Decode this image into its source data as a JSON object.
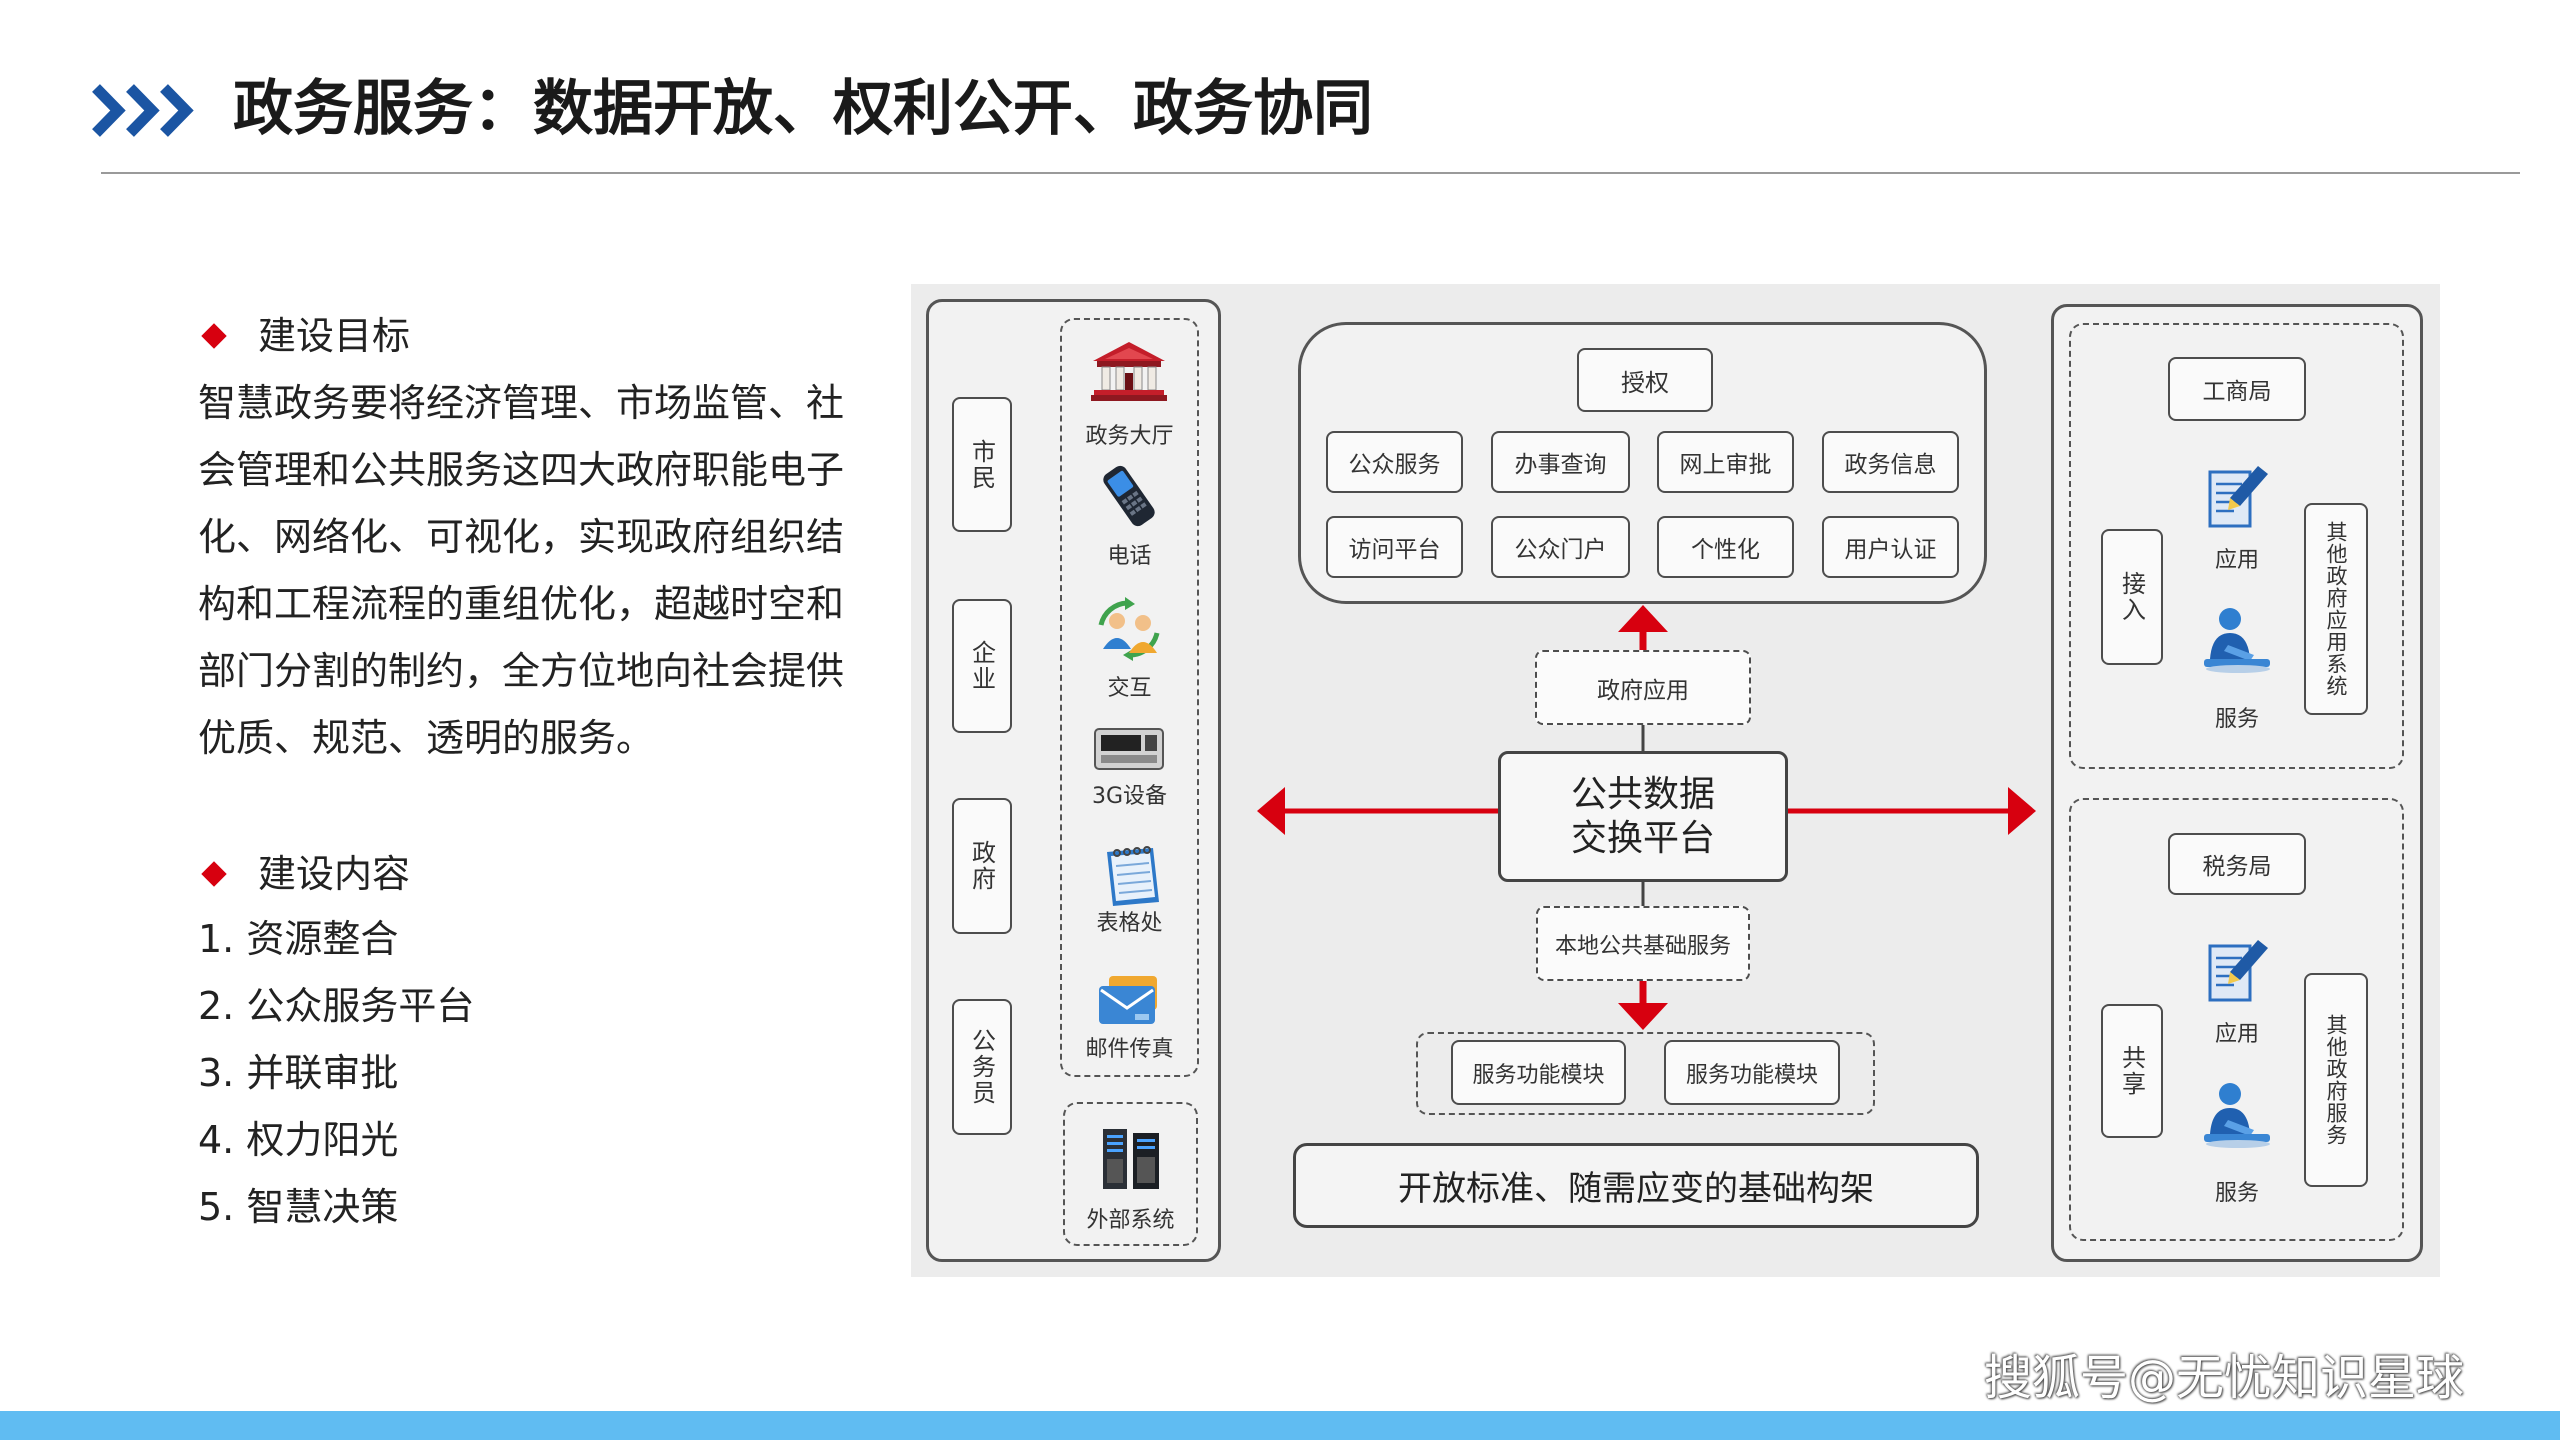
{
  "slide": {
    "title": "政务服务：数据开放、权利公开、政务协同"
  },
  "goals": {
    "heading": "建设目标",
    "lines": [
      "智慧政务要将经济管理、市场监管、社",
      "会管理和公共服务这四大政府职能电子",
      "化、网络化、可视化，实现政府组织结",
      "构和工程流程的重组优化，超越时空和",
      "部门分割的制约，全方位地向社会提供",
      "优质、规范、透明的服务。"
    ]
  },
  "contents": {
    "heading": "建设内容",
    "items": [
      "1. 资源整合",
      "2. 公众服务平台",
      "3. 并联审批",
      "4. 权力阳光",
      "5. 智慧决策"
    ]
  },
  "diagram": {
    "users": [
      "市民",
      "企业",
      "政府",
      "公务员"
    ],
    "channels": [
      {
        "label": "政务大厅",
        "icon": "government-hall-icon"
      },
      {
        "label": "电话",
        "icon": "phone-icon"
      },
      {
        "label": "交互",
        "icon": "interaction-icon"
      },
      {
        "label": "3G设备",
        "icon": "mobile-device-icon"
      },
      {
        "label": "表格处",
        "icon": "form-notebook-icon"
      },
      {
        "label": "邮件传真",
        "icon": "mail-fax-icon"
      }
    ],
    "external": {
      "label": "外部系统",
      "icon": "server-icon"
    },
    "portal": {
      "authorization": "授权",
      "services": [
        "公众服务",
        "办事查询",
        "网上审批",
        "政务信息",
        "访问平台",
        "公众门户",
        "个性化",
        "用户认证"
      ]
    },
    "gov_apps": "政府应用",
    "exchange": "公共数据交换平台",
    "local_base": "本地公共基础服务",
    "modules": [
      "服务功能模块",
      "服务功能模块"
    ],
    "foundation": "开放标准、随需应变的基础构架",
    "agencies": [
      {
        "bureau": "工商局",
        "mode": "接入",
        "app": "应用",
        "service": "服务",
        "other": "其他政府应用系统",
        "app_icon": "document-pen-icon",
        "service_icon": "service-person-icon"
      },
      {
        "bureau": "税务局",
        "mode": "共享",
        "app": "应用",
        "service": "服务",
        "other": "其他政府服务",
        "app_icon": "document-pen-icon",
        "service_icon": "service-person-icon"
      }
    ]
  },
  "watermark": "搜狐号@无忧知识星球",
  "colors": {
    "accent_red": "#d7000f",
    "title_blue": "#1b55a3",
    "bar_blue": "#60bcf2",
    "diagram_bg": "#ececec"
  }
}
